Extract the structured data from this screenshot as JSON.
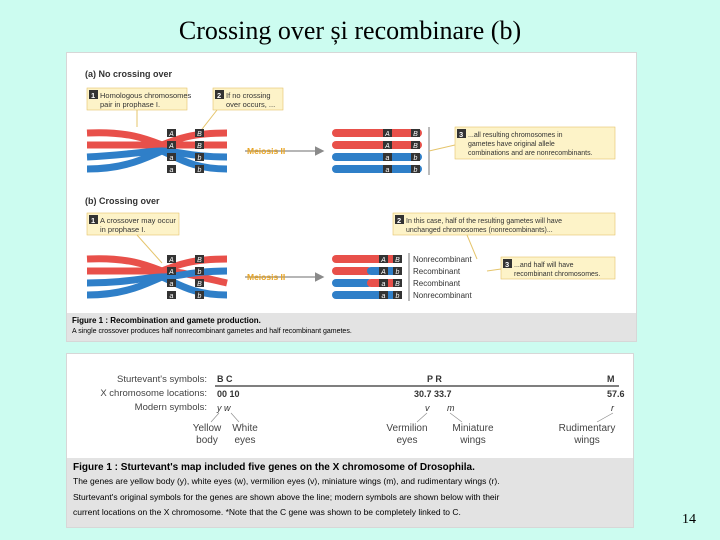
{
  "slide": {
    "title": "Crossing over și recombinare (b)",
    "number": "14"
  },
  "figure1": {
    "section_a": {
      "heading": "(a)  No crossing over",
      "step1": {
        "num": "1",
        "line1": "Homologous chromosomes",
        "line2": "pair in prophase I."
      },
      "step2": {
        "num": "2",
        "line1": "If no crossing",
        "line2": "over occurs, ..."
      },
      "step3": {
        "num": "3",
        "line1": "...all resulting chromosomes in",
        "line2": "gametes have original allele",
        "line3": "combinations and are nonrecombinants."
      },
      "meiosis_label": "Meiosis II",
      "left_alleles": [
        [
          "A",
          "B"
        ],
        [
          "A",
          "B"
        ],
        [
          "a",
          "b"
        ],
        [
          "a",
          "b"
        ]
      ],
      "right_alleles": [
        [
          "A",
          "B"
        ],
        [
          "A",
          "B"
        ],
        [
          "a",
          "b"
        ],
        [
          "a",
          "b"
        ]
      ]
    },
    "section_b": {
      "heading": "(b)  Crossing over",
      "step1": {
        "num": "1",
        "line1": "A crossover may occur",
        "line2": "in prophase I."
      },
      "step2": {
        "num": "2",
        "line1": "In this case, half of the resulting gametes will have",
        "line2": "unchanged chromosomes (nonrecombinants)..."
      },
      "step3": {
        "num": "3",
        "line1": "...and half will have",
        "line2": "recombinant chromosomes."
      },
      "meiosis_label": "Meiosis II",
      "left_alleles": [
        [
          "A",
          "B"
        ],
        [
          "A",
          "b"
        ],
        [
          "a",
          "B"
        ],
        [
          "a",
          "b"
        ]
      ],
      "right_alleles": [
        [
          "A",
          "B"
        ],
        [
          "A",
          "b"
        ],
        [
          "a",
          "B"
        ],
        [
          "a",
          "b"
        ]
      ],
      "right_labels": [
        "Nonrecombinant",
        "Recombinant",
        "Recombinant",
        "Nonrecombinant"
      ]
    },
    "colors": {
      "red": "#e8504a",
      "blue": "#2f7fc8",
      "box": "#fdf3c8",
      "box_border": "#e5c46b",
      "arrow": "#8a8a8a",
      "meiosis": "#e8a422",
      "num_bg": "#333333"
    },
    "caption": {
      "title": "Figure 1 : Recombination and gamete production.",
      "text": "A single crossover produces half nonrecombinant gametes and half recombinant gametes."
    }
  },
  "figure2": {
    "labels": {
      "symbols": "Sturtevant's symbols:",
      "locations": "X chromosome locations:",
      "modern": "Modern symbols:"
    },
    "symbol_values": [
      "B C",
      "P R",
      "M"
    ],
    "location_values": [
      "00 10",
      "30.7 33.7",
      "57.6"
    ],
    "modern_values": [
      "y w",
      "v",
      "m",
      "r"
    ],
    "traits": [
      {
        "line1": "Yellow",
        "line2": "body"
      },
      {
        "line1": "White",
        "line2": "eyes"
      },
      {
        "line1": "Vermilion",
        "line2": "eyes"
      },
      {
        "line1": "Miniature",
        "line2": "wings"
      },
      {
        "line1": "Rudimentary",
        "line2": "wings"
      }
    ],
    "caption": {
      "title": "Figure 1 : Sturtevant's map included five genes on the X chromosome of Drosophila.",
      "line1": "The genes are yellow body (y), white eyes (w), vermilion eyes (v), miniature wings (m), and rudimentary wings (r).",
      "line2": "Sturtevant's original symbols for the genes are shown above the line; modern symbols are shown below with their",
      "line3": "current locations on the X chromosome. *Note that the C gene was shown to be completely linked to C."
    }
  }
}
